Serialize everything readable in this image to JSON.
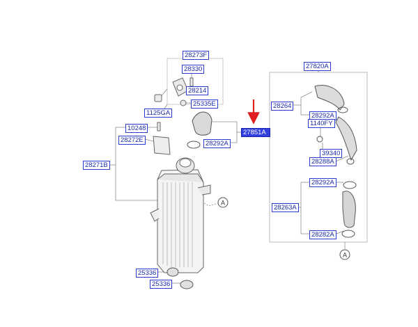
{
  "labels": {
    "p28273F": "28273F",
    "p28330": "28330",
    "p28214": "28214",
    "p1125GA": "1125GA",
    "p25335E": "25335E",
    "p10248": "10248",
    "p28272E": "28272E",
    "p28271B": "28271B",
    "p28292A_mid": "28292A",
    "p2785_sel": "27851A",
    "p27820A": "27820A",
    "p28264": "28264",
    "p28292A_r1": "28292A",
    "p1140FY": "1140FY",
    "p39340": "39340",
    "p28288A": "28288A",
    "p28292A_r2": "28292A",
    "p28263A": "28263A",
    "p28282A": "28282A",
    "p25336": "25336",
    "p25336b": "25336"
  },
  "callouts": {
    "a1": "A",
    "a2": "A"
  },
  "colors": {
    "label_text": "#1a2aa8",
    "label_border": "#2a3ccf",
    "selected_bg": "#3340e0",
    "arrow": "#e02020",
    "line": "#888888"
  }
}
